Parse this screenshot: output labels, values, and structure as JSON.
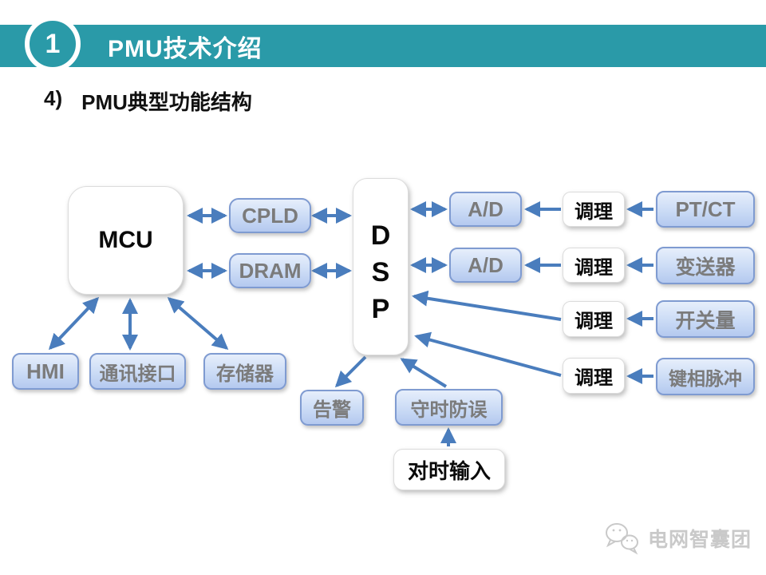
{
  "slide": {
    "header": {
      "badge_number": "1",
      "title": "PMU技术介绍"
    },
    "subtitle": {
      "prefix": "4)",
      "text": "PMU典型功能结构"
    }
  },
  "diagram": {
    "mcu": "MCU",
    "cpld": "CPLD",
    "dram": "DRAM",
    "dsp_letters": [
      "D",
      "S",
      "P"
    ],
    "ad": "A/D",
    "conditioning": "调理",
    "ptct": "PT/CT",
    "transducer": "变送器",
    "switch_input": "开关量",
    "key_phase_pulse": "键相脉冲",
    "hmi": "HMI",
    "comm_interface": "通讯接口",
    "storage": "存储器",
    "alarm": "告警",
    "timekeeping": "守时防误",
    "time_sync_input": "对时输入",
    "connections": [
      {
        "from": "MCU",
        "to": "CPLD",
        "bidirectional": true
      },
      {
        "from": "CPLD",
        "to": "DSP",
        "bidirectional": true
      },
      {
        "from": "MCU",
        "to": "DRAM",
        "bidirectional": true
      },
      {
        "from": "DRAM",
        "to": "DSP",
        "bidirectional": true
      },
      {
        "from": "DSP",
        "to": "A/D-1",
        "bidirectional": true
      },
      {
        "from": "DSP",
        "to": "A/D-2",
        "bidirectional": true
      },
      {
        "from": "调理-1",
        "to": "A/D-1",
        "bidirectional": false
      },
      {
        "from": "调理-2",
        "to": "A/D-2",
        "bidirectional": false
      },
      {
        "from": "PT/CT",
        "to": "调理-1",
        "bidirectional": false
      },
      {
        "from": "变送器",
        "to": "调理-2",
        "bidirectional": false
      },
      {
        "from": "开关量",
        "to": "调理-3",
        "bidirectional": false
      },
      {
        "from": "键相脉冲",
        "to": "调理-4",
        "bidirectional": false
      },
      {
        "from": "调理-3",
        "to": "DSP",
        "bidirectional": false
      },
      {
        "from": "调理-4",
        "to": "DSP",
        "bidirectional": false
      },
      {
        "from": "MCU",
        "to": "HMI",
        "bidirectional": true
      },
      {
        "from": "MCU",
        "to": "通讯接口",
        "bidirectional": true
      },
      {
        "from": "MCU",
        "to": "存储器",
        "bidirectional": true
      },
      {
        "from": "DSP",
        "to": "告警",
        "bidirectional": false
      },
      {
        "from": "守时防误",
        "to": "DSP",
        "bidirectional": false
      },
      {
        "from": "对时输入",
        "to": "守时防误",
        "bidirectional": false
      }
    ]
  },
  "watermark": {
    "text": "电网智囊团",
    "logo": "wechat-chat-bubbles-icon"
  },
  "colors": {
    "header_teal": "#2A9AA8",
    "arrow_blue": "#4A7DBD",
    "blue_box_border": "#7F9BD1",
    "blue_box_fill_top": "#E6EEFB",
    "blue_box_fill_bottom": "#B4C9EF",
    "blue_box_text": "#7B7B7B",
    "white_box_text": "#0A0A0A",
    "watermark_gray": "#C9C9C9"
  }
}
